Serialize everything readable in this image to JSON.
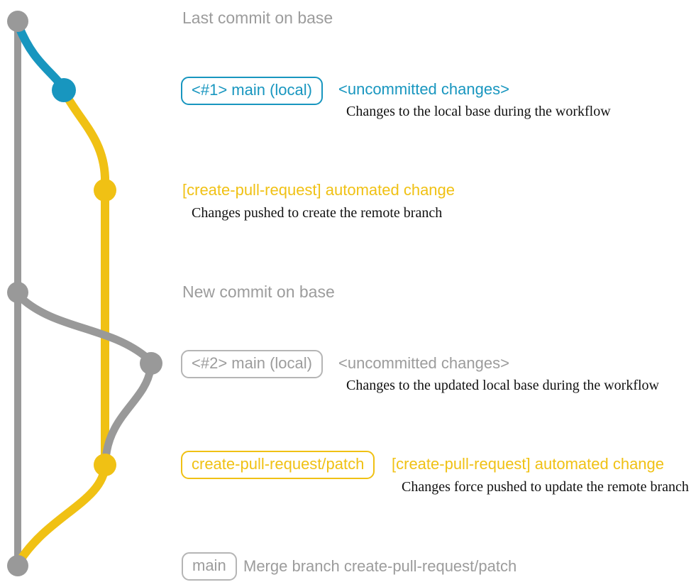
{
  "colors": {
    "gray": "#999999",
    "gray_text": "#9c9c9c",
    "gray_border": "#b5b5b5",
    "blue": "#1896bf",
    "yellow": "#f0c114",
    "caption": "#111111"
  },
  "graph": {
    "type": "git-graph",
    "branches": [
      {
        "id": "base",
        "color": "#999999"
      },
      {
        "id": "main-local",
        "color": "#1896bf"
      },
      {
        "id": "create-pull-request-patch",
        "color": "#f0c114"
      }
    ],
    "commits": [
      {
        "dot": "base-top",
        "color": "#999999"
      },
      {
        "dot": "main-local-1",
        "color": "#1896bf"
      },
      {
        "dot": "patch-1",
        "color": "#f0c114"
      },
      {
        "dot": "base-new",
        "color": "#999999"
      },
      {
        "dot": "main-local-2",
        "color": "#999999"
      },
      {
        "dot": "patch-2",
        "color": "#f0c114"
      },
      {
        "dot": "base-merge",
        "color": "#999999"
      }
    ]
  },
  "rows": {
    "last_commit_title": "Last commit on base",
    "row1": {
      "badge": "<#1> main (local)",
      "note": "<uncommitted changes>",
      "caption": "Changes to the local base during the workflow"
    },
    "row2": {
      "label": "[create-pull-request] automated change",
      "caption": "Changes pushed to create the remote branch"
    },
    "new_commit_title": "New commit on base",
    "row3": {
      "badge": "<#2> main (local)",
      "note": "<uncommitted changes>",
      "caption": "Changes to the updated local base during the workflow"
    },
    "row4": {
      "badge": "create-pull-request/patch",
      "label": "[create-pull-request] automated change",
      "caption": "Changes force pushed to update the remote branch"
    },
    "row5": {
      "badge": "main",
      "label": "Merge branch create-pull-request/patch"
    }
  }
}
